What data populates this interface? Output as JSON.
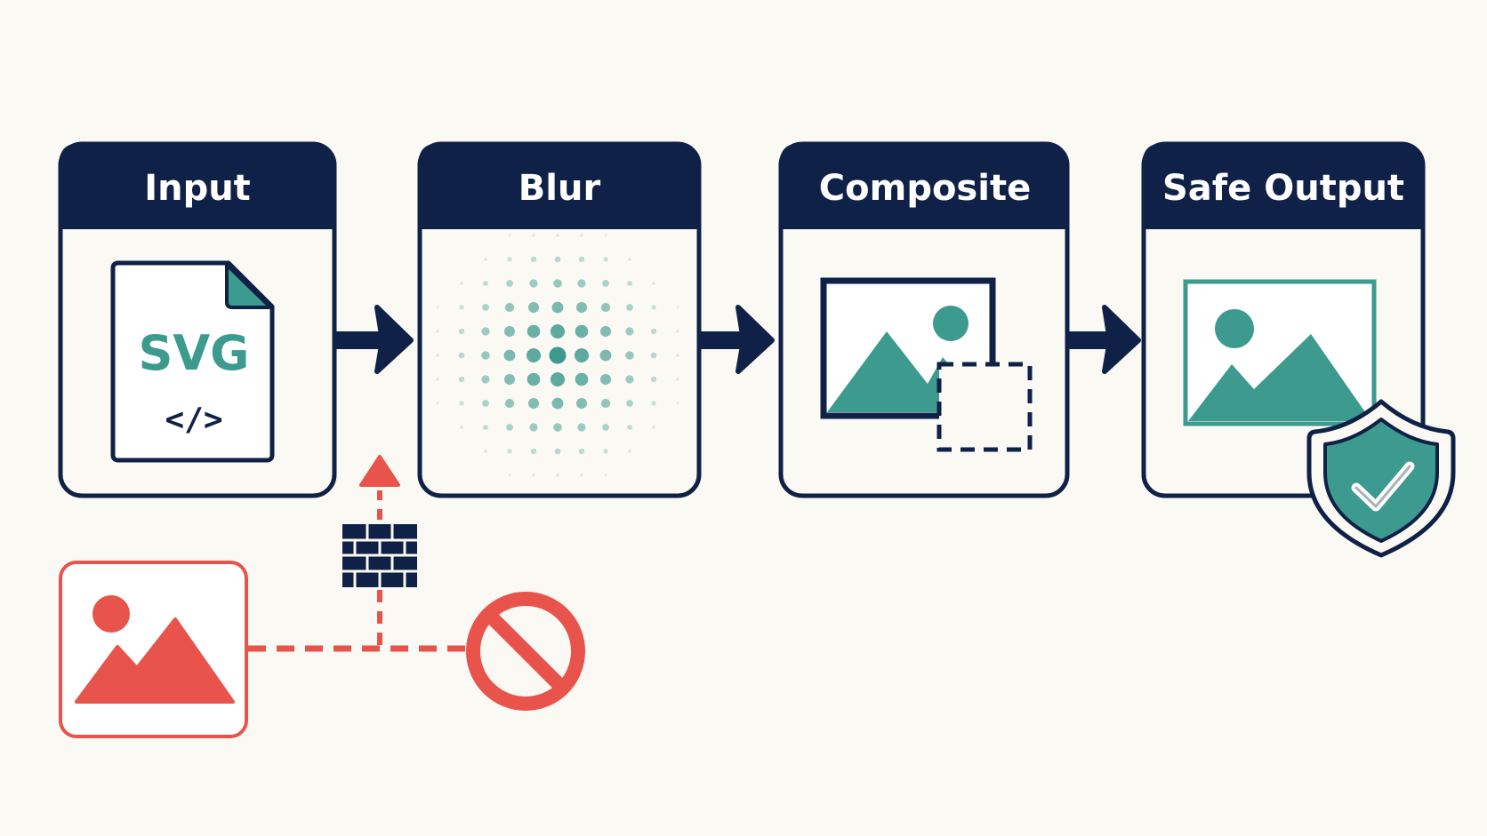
{
  "stages": [
    {
      "title": "Input",
      "icon": "svg-file-icon"
    },
    {
      "title": "Blur",
      "icon": "blur-dots-icon"
    },
    {
      "title": "Composite",
      "icon": "composite-image-icon"
    },
    {
      "title": "Safe Output",
      "icon": "safe-image-icon"
    }
  ],
  "input_file": {
    "label": "SVG",
    "code": "</>"
  },
  "blocked": {
    "icons": [
      "external-image-icon",
      "firewall-icon",
      "prohibited-icon"
    ]
  },
  "colors": {
    "navy": "#0f2147",
    "teal": "#3d9a8f",
    "red": "#e8534b",
    "background": "#fbf9f4"
  }
}
